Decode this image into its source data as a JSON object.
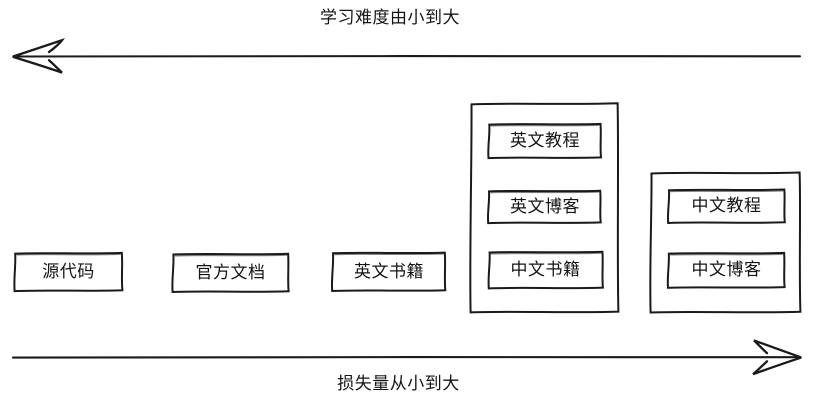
{
  "diagram": {
    "background": "#ffffff",
    "stroke": "#1a1a1a",
    "top_axis": {
      "label": "学习难度由小到大",
      "direction": "left",
      "arrow_icon": "arrow-left-icon"
    },
    "bottom_axis": {
      "label": "损失量从小到大",
      "direction": "right",
      "arrow_icon": "arrow-right-icon"
    },
    "items": [
      {
        "id": "node-1",
        "label": "源代码",
        "group": false
      },
      {
        "id": "node-2",
        "label": "官方文档",
        "group": false
      },
      {
        "id": "node-3",
        "label": "英文书籍",
        "group": false
      },
      {
        "id": "group-1",
        "label": "",
        "group": true,
        "children": [
          {
            "id": "node-4",
            "label": "英文教程"
          },
          {
            "id": "node-5",
            "label": "英文博客"
          },
          {
            "id": "node-6",
            "label": "中文书籍"
          }
        ]
      },
      {
        "id": "group-2",
        "label": "",
        "group": true,
        "children": [
          {
            "id": "node-7",
            "label": "中文教程"
          },
          {
            "id": "node-8",
            "label": "中文博客"
          }
        ]
      }
    ]
  }
}
